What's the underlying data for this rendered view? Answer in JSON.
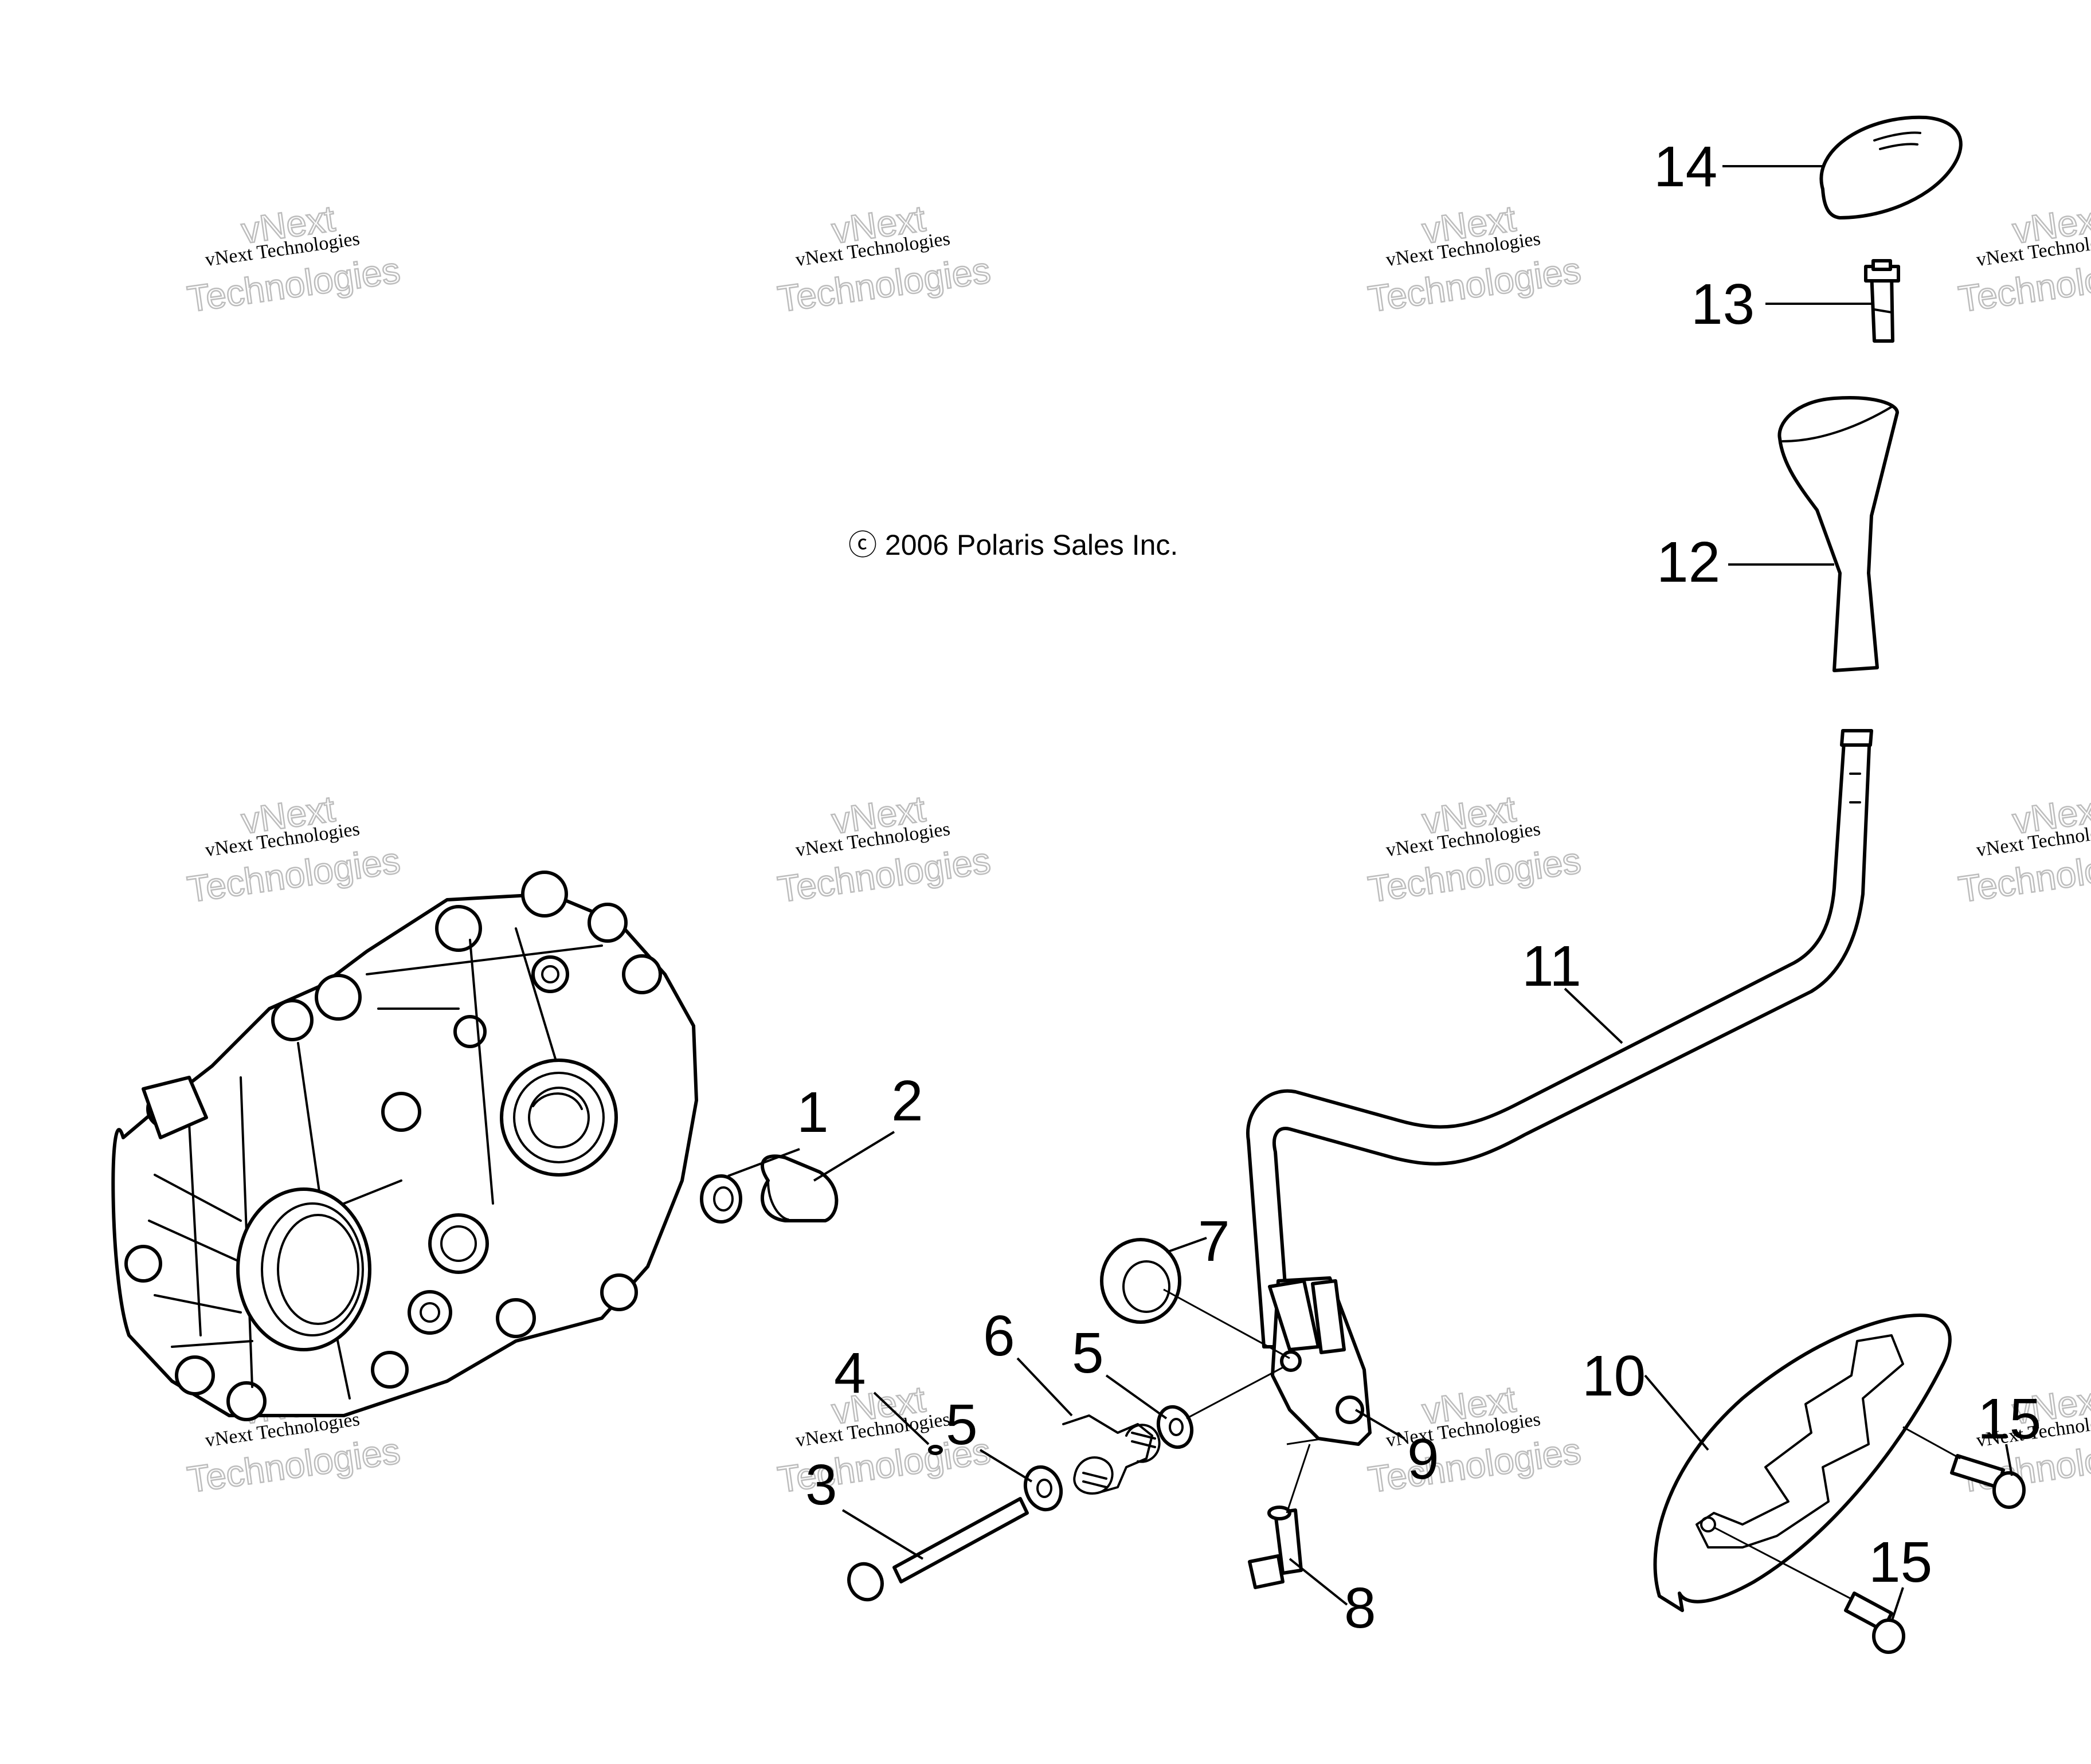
{
  "copyright": "ⓒ 2006 Polaris Sales Inc.",
  "watermark": {
    "line1": "vNext Technologies",
    "line2": "vNext",
    "line3": "Technologies"
  },
  "callouts": {
    "c1": "1",
    "c2": "2",
    "c3": "3",
    "c4": "4",
    "c5a": "5",
    "c5b": "5",
    "c6": "6",
    "c7": "7",
    "c8": "8",
    "c9": "9",
    "c10": "10",
    "c11": "11",
    "c12": "12",
    "c13": "13",
    "c14": "14",
    "c15a": "15",
    "c15b": "15"
  }
}
